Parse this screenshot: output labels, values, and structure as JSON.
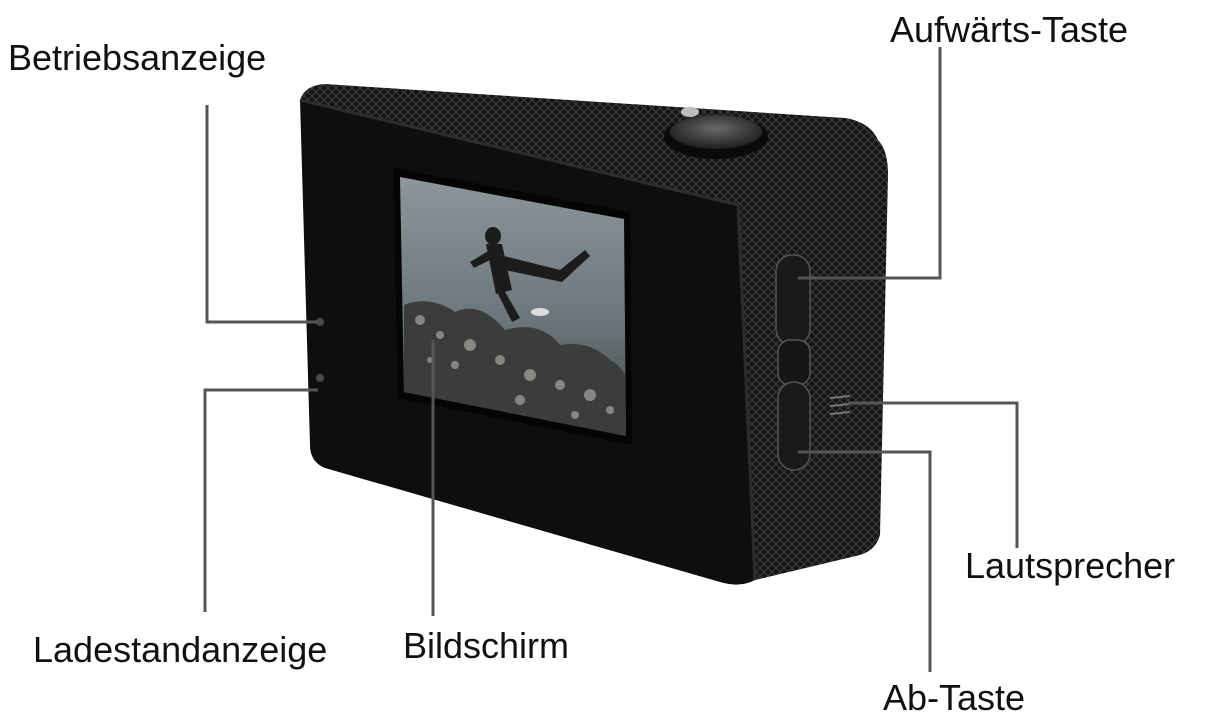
{
  "labels": {
    "power_indicator": "Betriebsanzeige",
    "up_button": "Aufwärts-Taste",
    "charge_indicator": "Ladestandanzeige",
    "screen": "Bildschirm",
    "speaker": "Lautsprecher",
    "down_button": "Ab-Taste"
  },
  "colors": {
    "line": "#555555",
    "camera_body": "#111111",
    "texture": "#2a2a2a",
    "button": "#1a1a1a",
    "screen_water": "#6f7c80",
    "text": "#111111"
  },
  "icons": {
    "camera": "action-camera-illustration",
    "diver": "diver-illustration"
  }
}
